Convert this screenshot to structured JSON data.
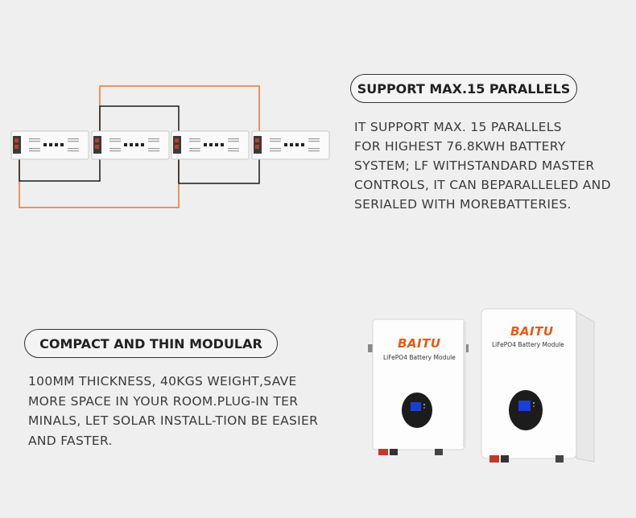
{
  "section1": {
    "heading": "SUPPORT MAX.15 PARALLELS",
    "lines": [
      "IT SUPPORT MAX. 15 PARALLELS",
      "FOR HIGHEST 76.8KWH BATTERY",
      "SYSTEM; LF WITHSTANDARD MASTER",
      "CONTROLS, IT CAN BEPARALLELED AND",
      "SERIALED WITH MOREBATTERIES."
    ]
  },
  "section2": {
    "heading": "COMPACT AND THIN MODULAR",
    "lines": [
      "100MM THICKNESS, 40KGS WEIGHT,SAVE",
      "MORE SPACE IN YOUR ROOM.PLUG-IN TER",
      "MINALS, LET SOLAR INSTALL-TION BE EASIER",
      "AND FASTER."
    ]
  },
  "product": {
    "brand": "BAITU",
    "model": "LiFePO4 Battery Module"
  },
  "colors": {
    "wire_orange": "#e8772e",
    "wire_black": "#1a1a1a",
    "brand_orange": "#e85a12",
    "screen_blue": "#1a3fd6"
  }
}
